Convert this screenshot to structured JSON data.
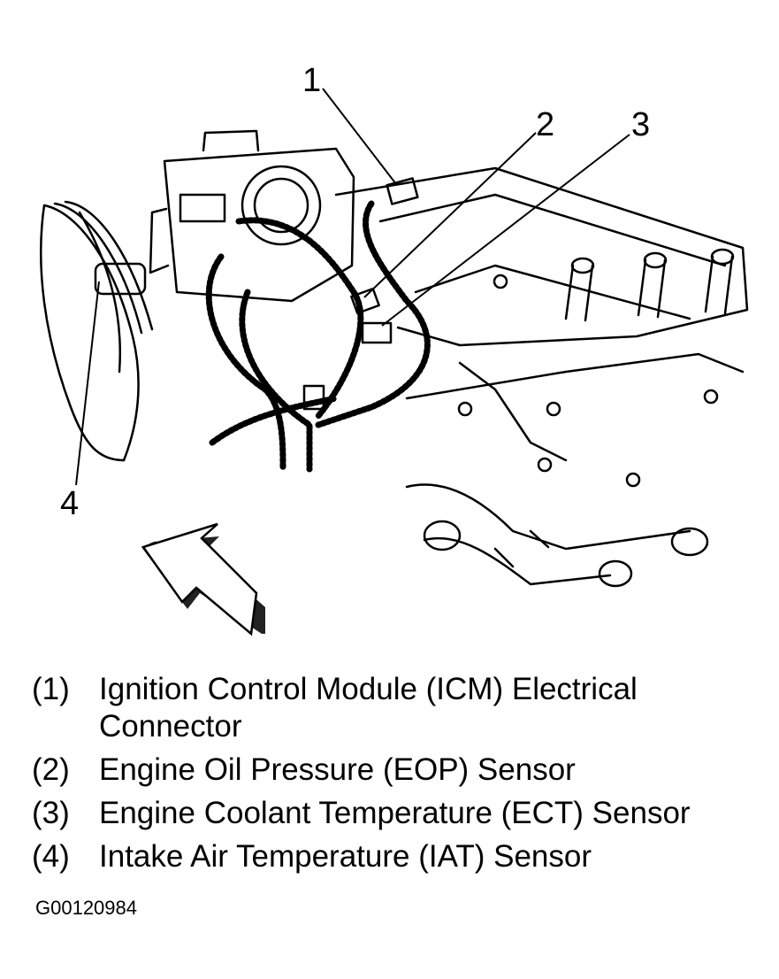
{
  "callouts": {
    "c1": "1",
    "c2": "2",
    "c3": "3",
    "c4": "4"
  },
  "legend": [
    {
      "number": "(1)",
      "text": "Ignition Control Module (ICM) Electrical Connector"
    },
    {
      "number": "(2)",
      "text": "Engine Oil Pressure (EOP) Sensor"
    },
    {
      "number": "(3)",
      "text": "Engine Coolant Temperature (ECT) Sensor"
    },
    {
      "number": "(4)",
      "text": "Intake Air Temperature (IAT) Sensor"
    }
  ],
  "figure_id": "G00120984",
  "colors": {
    "ink": "#000000",
    "paper": "#ffffff"
  }
}
